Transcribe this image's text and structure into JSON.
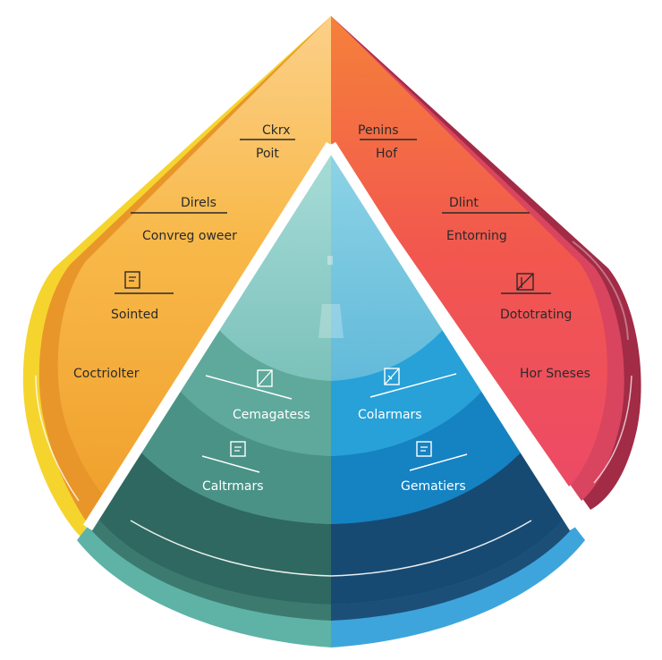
{
  "colors": {
    "left_light": "#fbc25a",
    "left_mid": "#f7a934",
    "left_dark": "#e08f1e",
    "left_edge": "#f5d22c",
    "right_light": "#f47a3d",
    "right_mid": "#f25a4f",
    "right_dark": "#e54a62",
    "right_shadow": "#a32a44",
    "teal_light": "#8ecfcc",
    "teal_mid": "#5ea89c",
    "teal_dark": "#3e7c72",
    "blue_light": "#6fc4de",
    "blue_mid": "#1b95d0",
    "blue_dark": "#1d5f86",
    "navy": "#173e5c",
    "divider": "#ffffff"
  },
  "left": {
    "label_1a": "Ckrx",
    "label_1b": "Poit",
    "label_2a": "Direls",
    "label_2b": "Convreg oweer",
    "label_3": "Sointed",
    "label_4": "Coctriolter"
  },
  "right": {
    "label_1a": "Penins",
    "label_1b": "Hof",
    "label_2a": "Dlint",
    "label_2b": "Entorning",
    "label_3": "Dototrating",
    "label_4": "Hor Sneses"
  },
  "center": {
    "teal_label_1": "Cemagatess",
    "teal_label_2": "Caltrmars",
    "blue_label_1": "Colarmars",
    "blue_label_2": "Gematiers"
  },
  "icons": {
    "left_small": "document-icon",
    "right_small": "crossed-box-icon",
    "teal_1": "clipboard-icon",
    "teal_2": "document-icon",
    "blue_1": "checklist-icon",
    "blue_2": "document-icon"
  }
}
